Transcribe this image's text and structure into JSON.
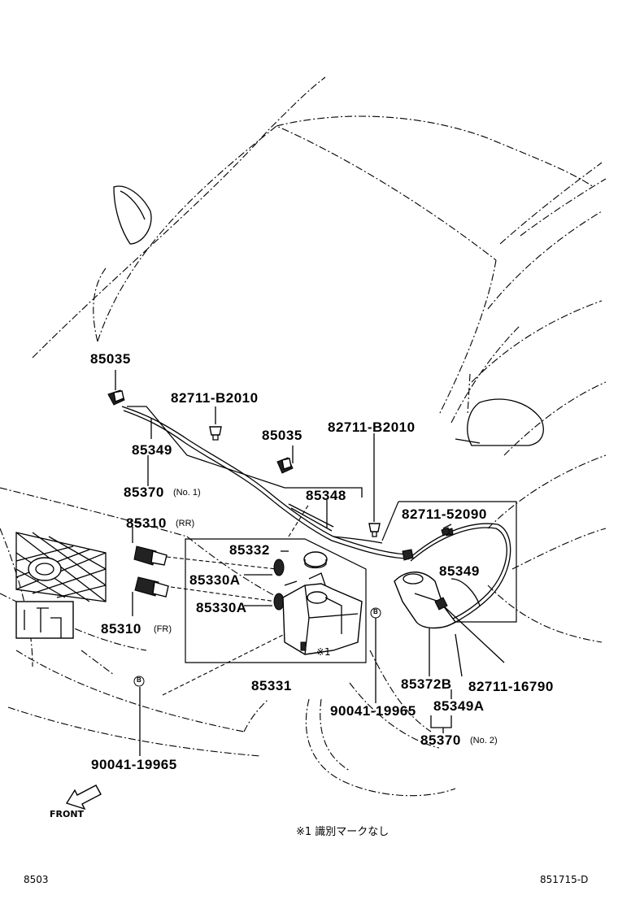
{
  "labels": {
    "p85035_a": "85035",
    "p82711_b2010_a": "82711-B2010",
    "p85349_a": "85349",
    "p85035_b": "85035",
    "p82711_b2010_b": "82711-B2010",
    "p85370_no1": "85370",
    "p85370_no1_sub": "(No. 1)",
    "p85348": "85348",
    "p82711_52090": "82711-52090",
    "p85310_rr": "85310",
    "p85310_rr_sub": "(RR)",
    "p85332": "85332",
    "p85349_b": "85349",
    "p85330a_a": "85330A",
    "p85330a_b": "85330A",
    "p85310_fr": "85310",
    "p85310_fr_sub": "(FR)",
    "mark_x1": "※1",
    "p85331": "85331",
    "p85372b": "85372B",
    "p82711_16790": "82711-16790",
    "p90041_19965_a": "90041-19965",
    "p85349a": "85349A",
    "p85370_no2": "85370",
    "p85370_no2_sub": "(No. 2)",
    "p90041_19965_b": "90041-19965",
    "circle_b": "B",
    "front": "FRONT",
    "note": "※1 識別マークなし",
    "footer_left": "8503",
    "footer_right": "851715-D"
  },
  "icons": {
    "front_arrow": "front-arrow-icon"
  }
}
